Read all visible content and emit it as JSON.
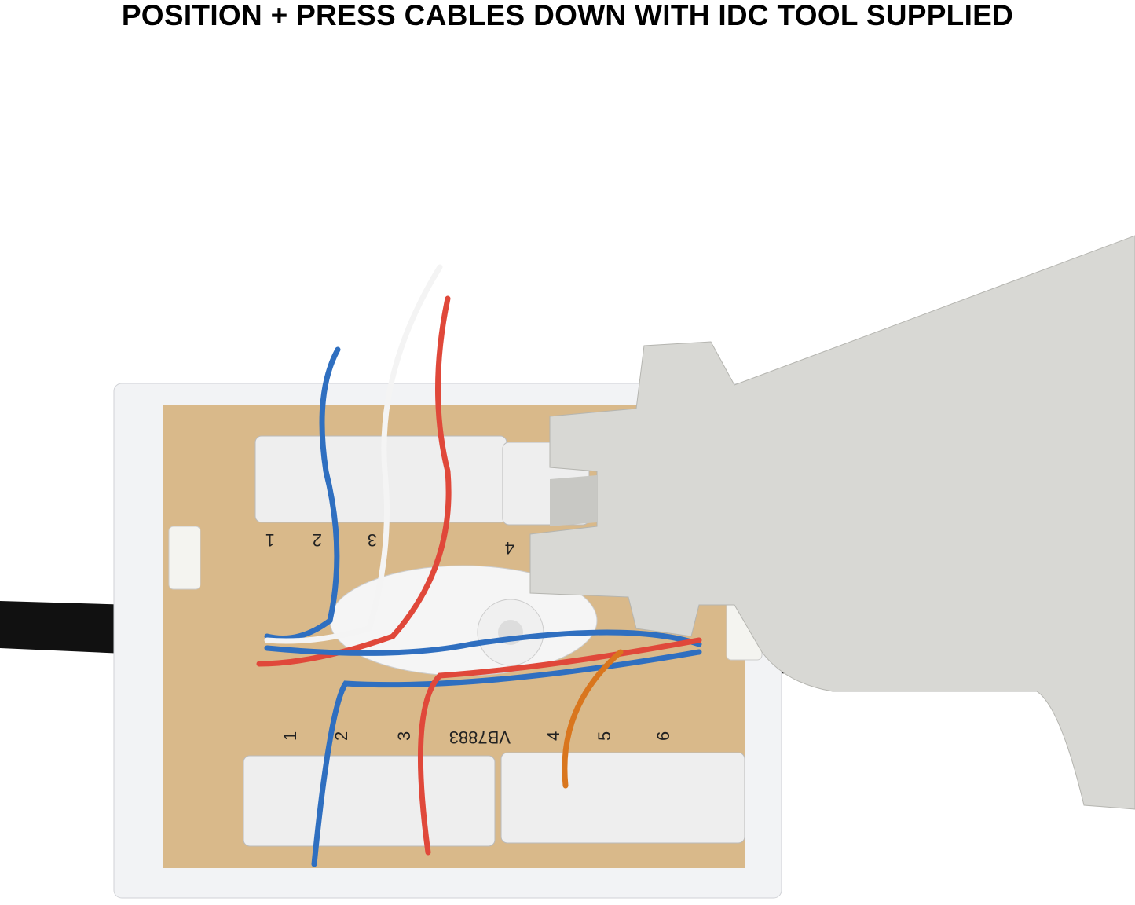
{
  "caption": "POSITION + PRESS CABLES DOWN WITH IDC TOOL SUPPLIED",
  "pcb": {
    "top_terminal_numbers": [
      "1",
      "2",
      "3",
      "4"
    ],
    "bottom_terminal_numbers": [
      "1",
      "2",
      "3",
      "4",
      "5",
      "6"
    ],
    "board_marking": "VB7883"
  },
  "colors": {
    "background": "#ffffff",
    "housing": "#f2f3f5",
    "pcb": "#d9b98a",
    "idc_tool": "#d8d8d4",
    "cable": "#111111",
    "wire_blue": "#2f6fc0",
    "wire_red": "#e0483a",
    "wire_orange": "#d9761e",
    "wire_white": "#f4f4f4"
  }
}
